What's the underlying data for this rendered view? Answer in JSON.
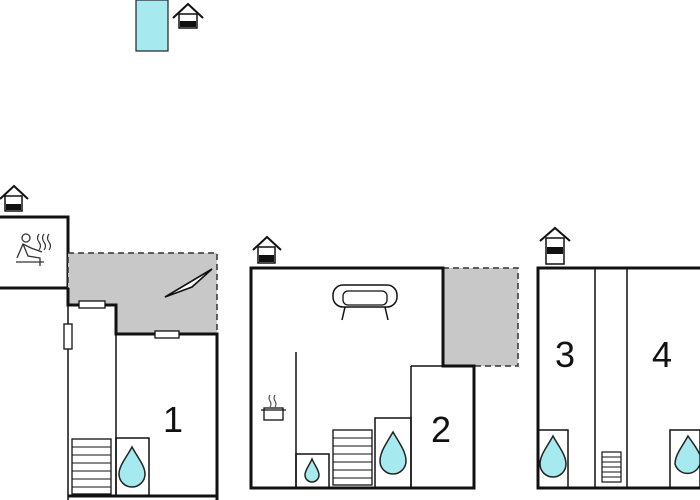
{
  "rooms": [
    {
      "id": "room-1",
      "label": "1"
    },
    {
      "id": "room-2",
      "label": "2"
    },
    {
      "id": "room-3",
      "label": "3"
    },
    {
      "id": "room-4",
      "label": "4"
    }
  ],
  "icons": {
    "house": "house-icon",
    "sauna": "sauna-icon",
    "sofa": "sofa-icon",
    "kitchen": "cooking-pot-icon",
    "bathroom": "water-drop-icon",
    "stairs": "stairs-icon",
    "pool": "pool-icon",
    "sun_lounger": "sun-lounger-icon"
  },
  "colors": {
    "water": "#a6e9ef",
    "terrace": "#c8c8c8",
    "walls": "#111111"
  }
}
